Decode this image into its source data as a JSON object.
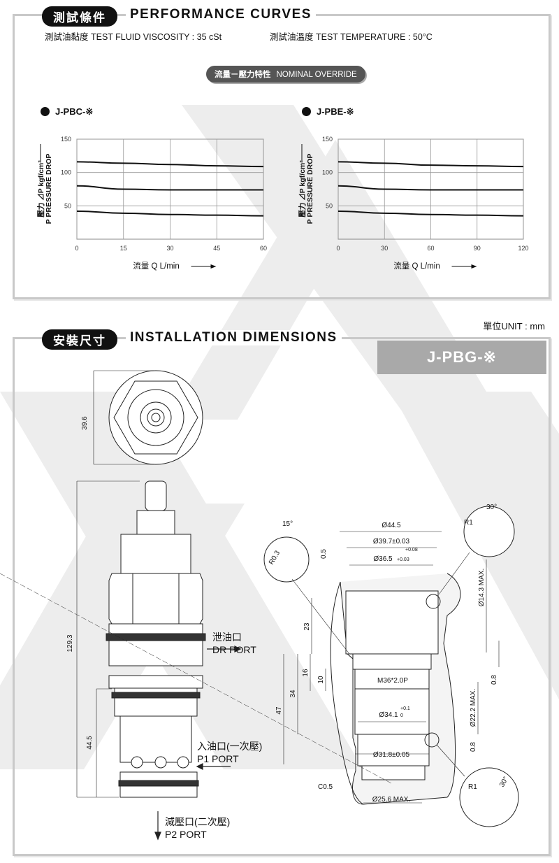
{
  "performance": {
    "title_cn": "測試條件",
    "title_en": "PERFORMANCE CURVES",
    "viscosity": "測試油黏度  TEST FLUID VISCOSITY : 35 cSt",
    "temperature": "測試油溫度  TEST TEMPERATURE : 50°C",
    "subtitle_cn": "流量－壓力特性",
    "subtitle_en": "NOMINAL OVERRIDE"
  },
  "chart_data": [
    {
      "type": "line",
      "title": "J-PBC-※",
      "xlabel": "流量 Q L/min",
      "ylabel": "壓力 ⊿P kgf/cm² P PRESSURE DROP",
      "xlim": [
        0,
        60
      ],
      "ylim": [
        0,
        150
      ],
      "xticks": [
        "0",
        "15",
        "30",
        "45",
        "60"
      ],
      "yticks": [
        "50",
        "100",
        "150"
      ],
      "grid": true,
      "x": [
        0,
        15,
        30,
        45,
        60
      ],
      "series": [
        {
          "values": [
            116,
            114,
            112,
            110,
            109
          ]
        },
        {
          "values": [
            80,
            75,
            74,
            74,
            74
          ]
        },
        {
          "values": [
            42,
            39,
            37,
            36,
            35
          ]
        }
      ]
    },
    {
      "type": "line",
      "title": "J-PBE-※",
      "xlabel": "流量 Q L/min",
      "ylabel": "壓力 ⊿P kgf/cm² P PRESSURE DROP",
      "xlim": [
        0,
        120
      ],
      "ylim": [
        0,
        150
      ],
      "xticks": [
        "0",
        "30",
        "60",
        "90",
        "120"
      ],
      "yticks": [
        "50",
        "100",
        "150"
      ],
      "grid": true,
      "x": [
        0,
        30,
        60,
        90,
        120
      ],
      "series": [
        {
          "values": [
            116,
            114,
            111,
            110,
            109
          ]
        },
        {
          "values": [
            80,
            75,
            74,
            74,
            74
          ]
        },
        {
          "values": [
            42,
            39,
            37,
            36,
            35
          ]
        }
      ]
    }
  ],
  "installation": {
    "title_cn": "安裝尺寸",
    "title_en": "INSTALLATION DIMENSIONS",
    "unit": "單位UNIT : mm",
    "model": "J-PBG-※",
    "ports": {
      "dr_cn": "泄油口",
      "dr_en": "DR PORT",
      "p1_cn": "入油口(一次壓)",
      "p1_en": "P1 PORT",
      "p2_cn": "減壓口(二次壓)",
      "p2_en": "P2 PORT"
    },
    "valve_dims": {
      "top_hex": "39.6",
      "total_len": "129.3",
      "lower_len": "44.5"
    },
    "cavity_dims": {
      "d1": "Ø44.5",
      "d2": "Ø39.7±0.03",
      "d3": "Ø36.5",
      "d3_tol_up": "+0.08",
      "d3_tol_dn": "+0.03",
      "thread": "M36*2.0P",
      "d4": "Ø34.1",
      "d4_tol_up": "+0.1",
      "d4_tol_dn": "0",
      "d5": "Ø31.8±0.05",
      "d6": "Ø25.6 MAX.",
      "d7": "Ø14.3 MAX.",
      "d8": "Ø22.2 MAX.",
      "l23": "23",
      "l16": "16",
      "l10": "10",
      "l34": "34",
      "l47": "47",
      "l05": "0.5",
      "l08a": "0.8",
      "l08b": "0.8",
      "chamfer": "C0.5",
      "angle15": "15°",
      "r03": "R0.3",
      "r1a": "R1",
      "angle30a": "30°",
      "r1b": "R1",
      "angle30b": "30°"
    }
  }
}
